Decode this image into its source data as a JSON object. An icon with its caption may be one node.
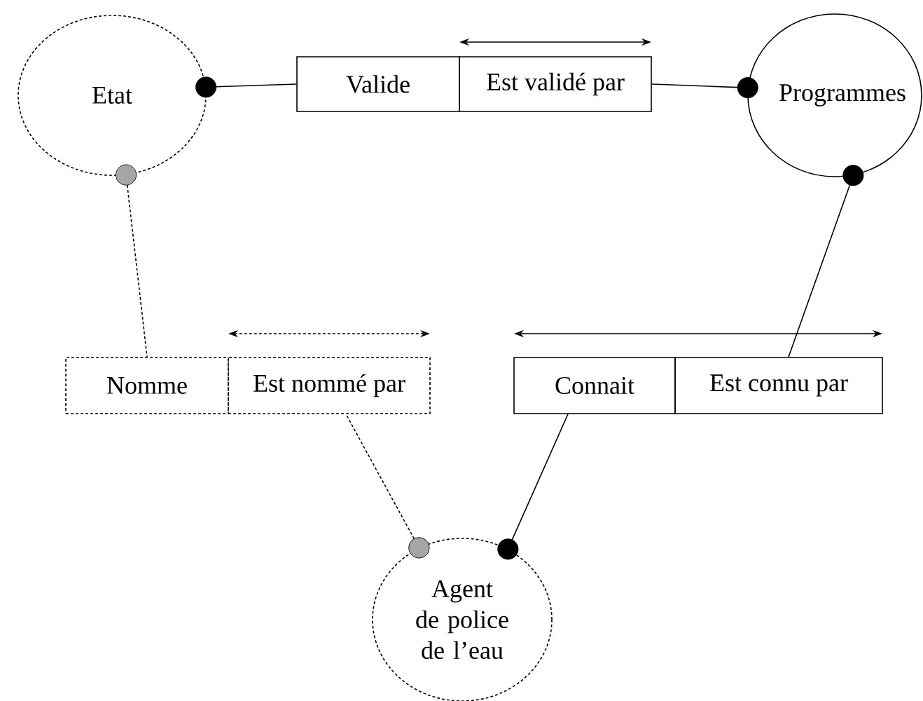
{
  "diagram": {
    "nodes": [
      {
        "text": [
          "Etat"
        ]
      },
      {
        "text": [
          "Valide"
        ]
      },
      {
        "text": [
          "Est validé par"
        ]
      },
      {
        "text": [
          "Programmes"
        ]
      },
      {
        "text": [
          "Nomme"
        ]
      },
      {
        "text": [
          "Est nommé par"
        ]
      },
      {
        "text": [
          "Connait"
        ]
      },
      {
        "text": [
          "Est connu par"
        ]
      },
      {
        "text": [
          "Agent de police de l’eau"
        ]
      }
    ],
    "edges": [
      {
        "from": 0,
        "to": 1,
        "arrow": "other"
      },
      {
        "from": 3,
        "to": 2,
        "arrow": "other"
      },
      {
        "from": 0,
        "to": 4,
        "arrow": "other",
        "style": "dashed"
      },
      {
        "from": 8,
        "to": 5,
        "arrow": "other",
        "style": "dashed"
      },
      {
        "from": 8,
        "to": 6,
        "arrow": "other"
      },
      {
        "from": 3,
        "to": 7,
        "arrow": "other"
      }
    ]
  }
}
